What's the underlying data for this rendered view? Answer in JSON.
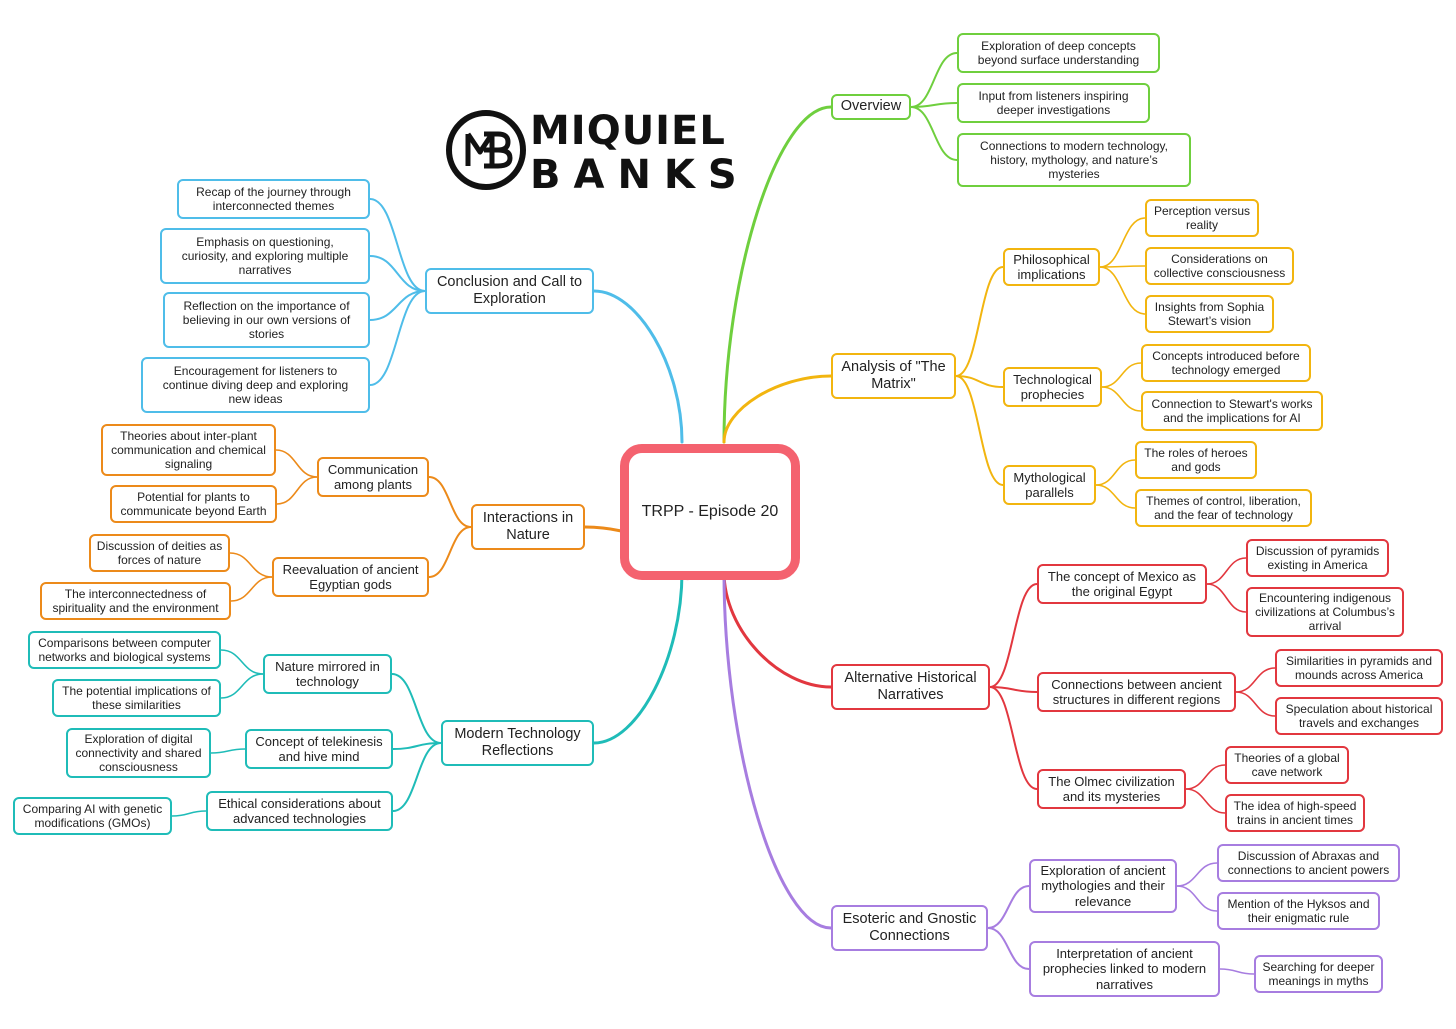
{
  "center": {
    "label": "TRPP - Episode 20",
    "color": "#f4626f"
  },
  "logo": {
    "line1": "MIQUIEL",
    "line2": "BANKS",
    "mark": "miquiel-banks-monogram-logo"
  },
  "branches": [
    {
      "id": "overview",
      "label": "Overview",
      "color": "#6fcf3e",
      "children": [
        {
          "id": "ov-1",
          "label": "Exploration of deep concepts\nbeyond surface understanding"
        },
        {
          "id": "ov-2",
          "label": "Input from listeners inspiring\ndeeper investigations"
        },
        {
          "id": "ov-3",
          "label": "Connections to modern technology,\nhistory, mythology, and nature’s\nmysteries"
        }
      ]
    },
    {
      "id": "matrix",
      "label": "Analysis of \"The\nMatrix\"",
      "color": "#f2b50f",
      "children": [
        {
          "id": "mx-philo",
          "label": "Philosophical\nimplications",
          "children": [
            {
              "id": "mx-philo-1",
              "label": "Perception versus\nreality"
            },
            {
              "id": "mx-philo-2",
              "label": "Considerations on\ncollective consciousness"
            },
            {
              "id": "mx-philo-3",
              "label": "Insights from Sophia\nStewart’s vision"
            }
          ]
        },
        {
          "id": "mx-tech",
          "label": "Technological\nprophecies",
          "children": [
            {
              "id": "mx-tech-1",
              "label": "Concepts introduced before\ntechnology emerged"
            },
            {
              "id": "mx-tech-2",
              "label": "Connection to Stewart's works\nand the implications for AI"
            }
          ]
        },
        {
          "id": "mx-myth",
          "label": "Mythological\nparallels",
          "children": [
            {
              "id": "mx-myth-1",
              "label": "The roles of heroes\nand gods"
            },
            {
              "id": "mx-myth-2",
              "label": "Themes of control, liberation,\nand the fear of technology"
            }
          ]
        }
      ]
    },
    {
      "id": "history",
      "label": "Alternative Historical\nNarratives",
      "color": "#e2373f",
      "children": [
        {
          "id": "hi-mexico",
          "label": "The concept of Mexico as\nthe original Egypt",
          "children": [
            {
              "id": "hi-mexico-1",
              "label": "Discussion of pyramids\nexisting in America"
            },
            {
              "id": "hi-mexico-2",
              "label": "Encountering indigenous\ncivilizations at Columbus’s\narrival"
            }
          ]
        },
        {
          "id": "hi-struct",
          "label": "Connections between ancient\nstructures in different regions",
          "children": [
            {
              "id": "hi-struct-1",
              "label": "Similarities in pyramids and\nmounds across America"
            },
            {
              "id": "hi-struct-2",
              "label": "Speculation about historical\ntravels and exchanges"
            }
          ]
        },
        {
          "id": "hi-olmec",
          "label": "The Olmec civilization\nand its mysteries",
          "children": [
            {
              "id": "hi-olmec-1",
              "label": "Theories of a global\ncave network"
            },
            {
              "id": "hi-olmec-2",
              "label": "The idea of high-speed\ntrains in ancient times"
            }
          ]
        }
      ]
    },
    {
      "id": "esoteric",
      "label": "Esoteric and Gnostic\nConnections",
      "color": "#a77de0",
      "children": [
        {
          "id": "es-myth",
          "label": "Exploration of ancient\nmythologies and their\nrelevance",
          "children": [
            {
              "id": "es-myth-1",
              "label": "Discussion of Abraxas and\nconnections to ancient powers"
            },
            {
              "id": "es-myth-2",
              "label": "Mention of the Hyksos and\ntheir enigmatic rule"
            }
          ]
        },
        {
          "id": "es-proph",
          "label": "Interpretation of ancient\nprophecies linked to modern\nnarratives",
          "children": [
            {
              "id": "es-proph-1",
              "label": "Searching for deeper\nmeanings in myths"
            }
          ]
        }
      ]
    },
    {
      "id": "conclusion",
      "label": "Conclusion and Call to\nExploration",
      "color": "#4fbde9",
      "children": [
        {
          "id": "co-1",
          "label": "Recap of the journey through\ninterconnected themes"
        },
        {
          "id": "co-2",
          "label": "Emphasis on questioning,\ncuriosity, and exploring multiple\nnarratives"
        },
        {
          "id": "co-3",
          "label": "Reflection on the importance of\nbelieving in our own versions of\nstories"
        },
        {
          "id": "co-4",
          "label": "Encouragement for listeners to\ncontinue diving deep and exploring\nnew ideas"
        }
      ]
    },
    {
      "id": "nature",
      "label": "Interactions in\nNature",
      "color": "#ec8a1a",
      "children": [
        {
          "id": "na-comm",
          "label": "Communication\namong plants",
          "children": [
            {
              "id": "na-comm-1",
              "label": "Theories about inter-plant\ncommunication and chemical\nsignaling"
            },
            {
              "id": "na-comm-2",
              "label": "Potential for plants to\ncommunicate beyond Earth"
            }
          ]
        },
        {
          "id": "na-egypt",
          "label": "Reevaluation of ancient\nEgyptian gods",
          "children": [
            {
              "id": "na-egypt-1",
              "label": "Discussion of deities as\nforces of nature"
            },
            {
              "id": "na-egypt-2",
              "label": "The interconnectedness of\nspirituality and the environment"
            }
          ]
        }
      ]
    },
    {
      "id": "modtech",
      "label": "Modern Technology\nReflections",
      "color": "#1fbcb8",
      "children": [
        {
          "id": "mt-mirror",
          "label": "Nature mirrored in\ntechnology",
          "children": [
            {
              "id": "mt-mirror-1",
              "label": "Comparisons between computer\nnetworks and biological systems"
            },
            {
              "id": "mt-mirror-2",
              "label": "The potential implications of\nthese similarities"
            }
          ]
        },
        {
          "id": "mt-tele",
          "label": "Concept of telekinesis\nand hive mind",
          "children": [
            {
              "id": "mt-tele-1",
              "label": "Exploration of digital\nconnectivity and shared\nconsciousness"
            }
          ]
        },
        {
          "id": "mt-ethic",
          "label": "Ethical considerations about\nadvanced technologies",
          "children": [
            {
              "id": "mt-ethic-1",
              "label": "Comparing AI with genetic\nmodifications (GMOs)"
            }
          ]
        }
      ]
    }
  ]
}
